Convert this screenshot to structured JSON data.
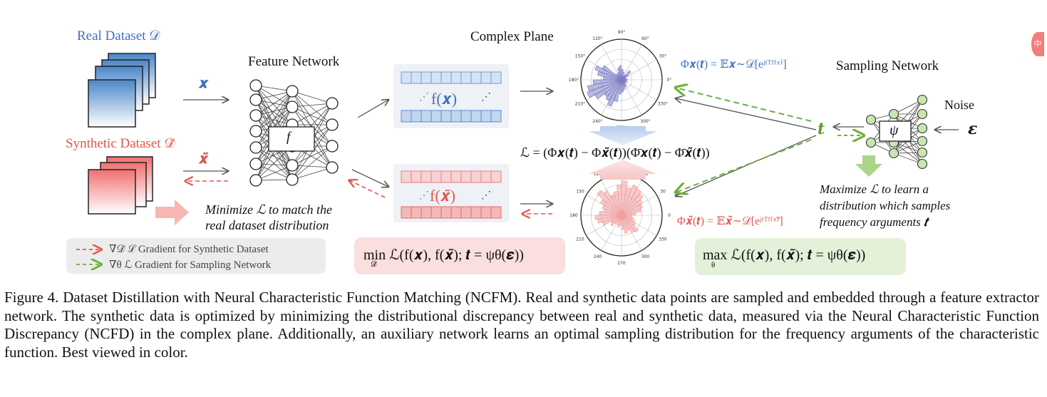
{
  "labels": {
    "real_dataset": "Real Dataset 𝒟",
    "synthetic_dataset": "Synthetic Dataset 𝒟̃",
    "x": "𝒙",
    "x_tilde": "𝒙̃",
    "feature_network": "Feature Network",
    "f": "f",
    "fx": "f(𝒙)",
    "fx_tilde": "f(𝒙̃)",
    "dots": "⋰",
    "complex_plane": "Complex Plane",
    "phi_real": "Φ𝒙(𝒕) = 𝔼𝒙∼𝒟[eʲᵗᵀᶠ⁽ˣ⁾]",
    "phi_syn": "Φ𝒙̃(𝒕) = 𝔼𝒙̃∼𝒟̃[eʲᵗᵀᶠ⁽ˣ̃⁾]",
    "loss": "ℒ = (Φ𝒙(𝒕) − Φ𝒙̃(𝒕))(Φ̄𝒙(𝒕) − Φ̄𝒙̃(𝒕))",
    "sampling_network": "Sampling Network",
    "noise": "Noise",
    "epsilon": "𝜺",
    "t": "𝒕",
    "psi": "ψ",
    "minimize_note": [
      "Minimize ℒ to match the",
      "real dataset distribution"
    ],
    "maximize_note": [
      "Maximize ℒ to learn a",
      "distribution which samples",
      "frequency arguments 𝒕"
    ],
    "min_objective": "min ℒ(f(𝒙), f(𝒙̃); 𝒕 = ψθ(𝜺))",
    "min_sub": "𝒟̃",
    "max_objective": "max ℒ(f(𝒙), f(𝒙̃); 𝒕 = ψθ(𝜺))",
    "max_sub": "θ",
    "legend_synthetic": "∇𝒟̃ ℒ Gradient for Synthetic Dataset",
    "legend_sampling": "∇θ ℒ Gradient for Sampling Network",
    "polar_angle_ticks": [
      "90°",
      "60°",
      "30°",
      "0°",
      "330°",
      "300°",
      "270°",
      "240°",
      "210°",
      "180°",
      "150°",
      "120°"
    ],
    "polar_angle_ticks_short": [
      "90",
      "60",
      "30",
      "0",
      "330",
      "300",
      "270",
      "240",
      "210",
      "180",
      "150",
      "120"
    ],
    "corner_badge": "中"
  },
  "caption": "Figure 4.  Dataset Distillation with Neural Characteristic Function Matching (NCFM). Real and synthetic data points are sampled and embedded through a feature extractor network. The synthetic data is optimized by minimizing the distributional discrepancy between real and synthetic data, measured via the Neural Characteristic Function Discrepancy (NCFD) in the complex plane. Additionally, an auxiliary network learns an optimal sampling distribution for the frequency arguments of the characteristic function. Best viewed in color.",
  "colors": {
    "blue": "#3e6fc0",
    "red": "#e0574f",
    "green": "#5d9e2e",
    "real_fill": "#4a86c8",
    "syn_fill": "#ef8a87",
    "polar_blue": "#7d7fc4",
    "polar_red": "#f0a0a0"
  }
}
